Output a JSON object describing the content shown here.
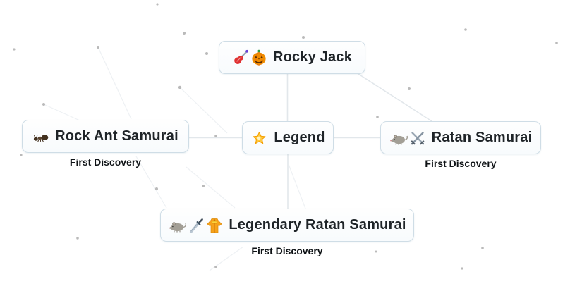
{
  "nodes": [
    {
      "id": "rocky-jack",
      "label": "Rocky Jack",
      "emoji": "🎸🎃",
      "icons": [
        "electric-guitar-icon",
        "jack-o-lantern-icon"
      ],
      "caption": ""
    },
    {
      "id": "rock-ant-samurai",
      "label": "Rock Ant Samurai",
      "emoji": "🐜",
      "icons": [
        "ant-icon"
      ],
      "caption": "First Discovery"
    },
    {
      "id": "legend",
      "label": "Legend",
      "emoji": "🌟",
      "icons": [
        "glowing-star-icon"
      ],
      "caption": ""
    },
    {
      "id": "ratan-samurai",
      "label": "Ratan Samurai",
      "emoji": "🐀⚔️",
      "icons": [
        "rat-icon",
        "crossed-swords-icon"
      ],
      "caption": "First Discovery"
    },
    {
      "id": "legendary-ratan-samurai",
      "label": "Legendary Ratan Samurai",
      "emoji": "🐀🗡️👘",
      "icons": [
        "rat-icon",
        "dagger-icon",
        "kimono-icon"
      ],
      "caption": "First Discovery"
    }
  ],
  "colors": {
    "background": "#ffffff",
    "node_border": "#cfdde6",
    "node_background": "#fbfdfe",
    "node_text": "#1f2428",
    "caption_text": "#0e1215",
    "connector_line": "#e2e7eb",
    "particle_dot": "#aeaeae"
  }
}
